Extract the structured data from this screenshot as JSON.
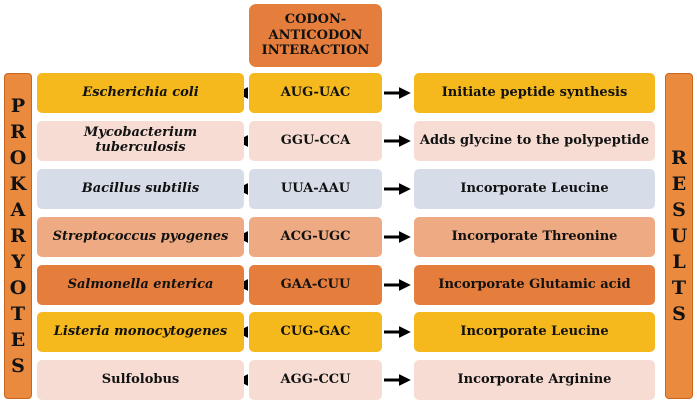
{
  "header": "CODON-\nANTICODON\nINTERACTION",
  "left_label": "PROKARYOTES",
  "right_label": "RESULTS",
  "colors": {
    "gold": "#f5b91d",
    "light": "#f6dcd2",
    "blue": "#d7dde8",
    "salmon": "#eeaa82",
    "orange": "#e57d3c",
    "side": "#e98a3f"
  },
  "rows": [
    {
      "organism": "Escherichia coli",
      "italic": true,
      "codon": "AUG-UAC",
      "result": "Initiate peptide synthesis",
      "color": "gold"
    },
    {
      "organism": "Mycobacterium\ntuberculosis",
      "italic": true,
      "codon": "GGU-CCA",
      "result": "Adds glycine to the polypeptide",
      "color": "light"
    },
    {
      "organism": "Bacillus subtilis",
      "italic": true,
      "codon": "UUA-AAU",
      "result": "Incorporate Leucine",
      "color": "blue"
    },
    {
      "organism": "Streptococcus pyogenes",
      "italic": true,
      "codon": "ACG-UGC",
      "result": "Incorporate Threonine",
      "color": "salmon"
    },
    {
      "organism": "Salmonella enterica",
      "italic": true,
      "codon": "GAA-CUU",
      "result": "Incorporate Glutamic acid",
      "color": "orange"
    },
    {
      "organism": "Listeria monocytogenes",
      "italic": true,
      "codon": "CUG-GAC",
      "result": "Incorporate Leucine",
      "color": "gold"
    },
    {
      "organism": "Sulfolobus",
      "italic": false,
      "codon": "AGG-CCU",
      "result": "Incorporate Arginine",
      "color": "light"
    }
  ]
}
